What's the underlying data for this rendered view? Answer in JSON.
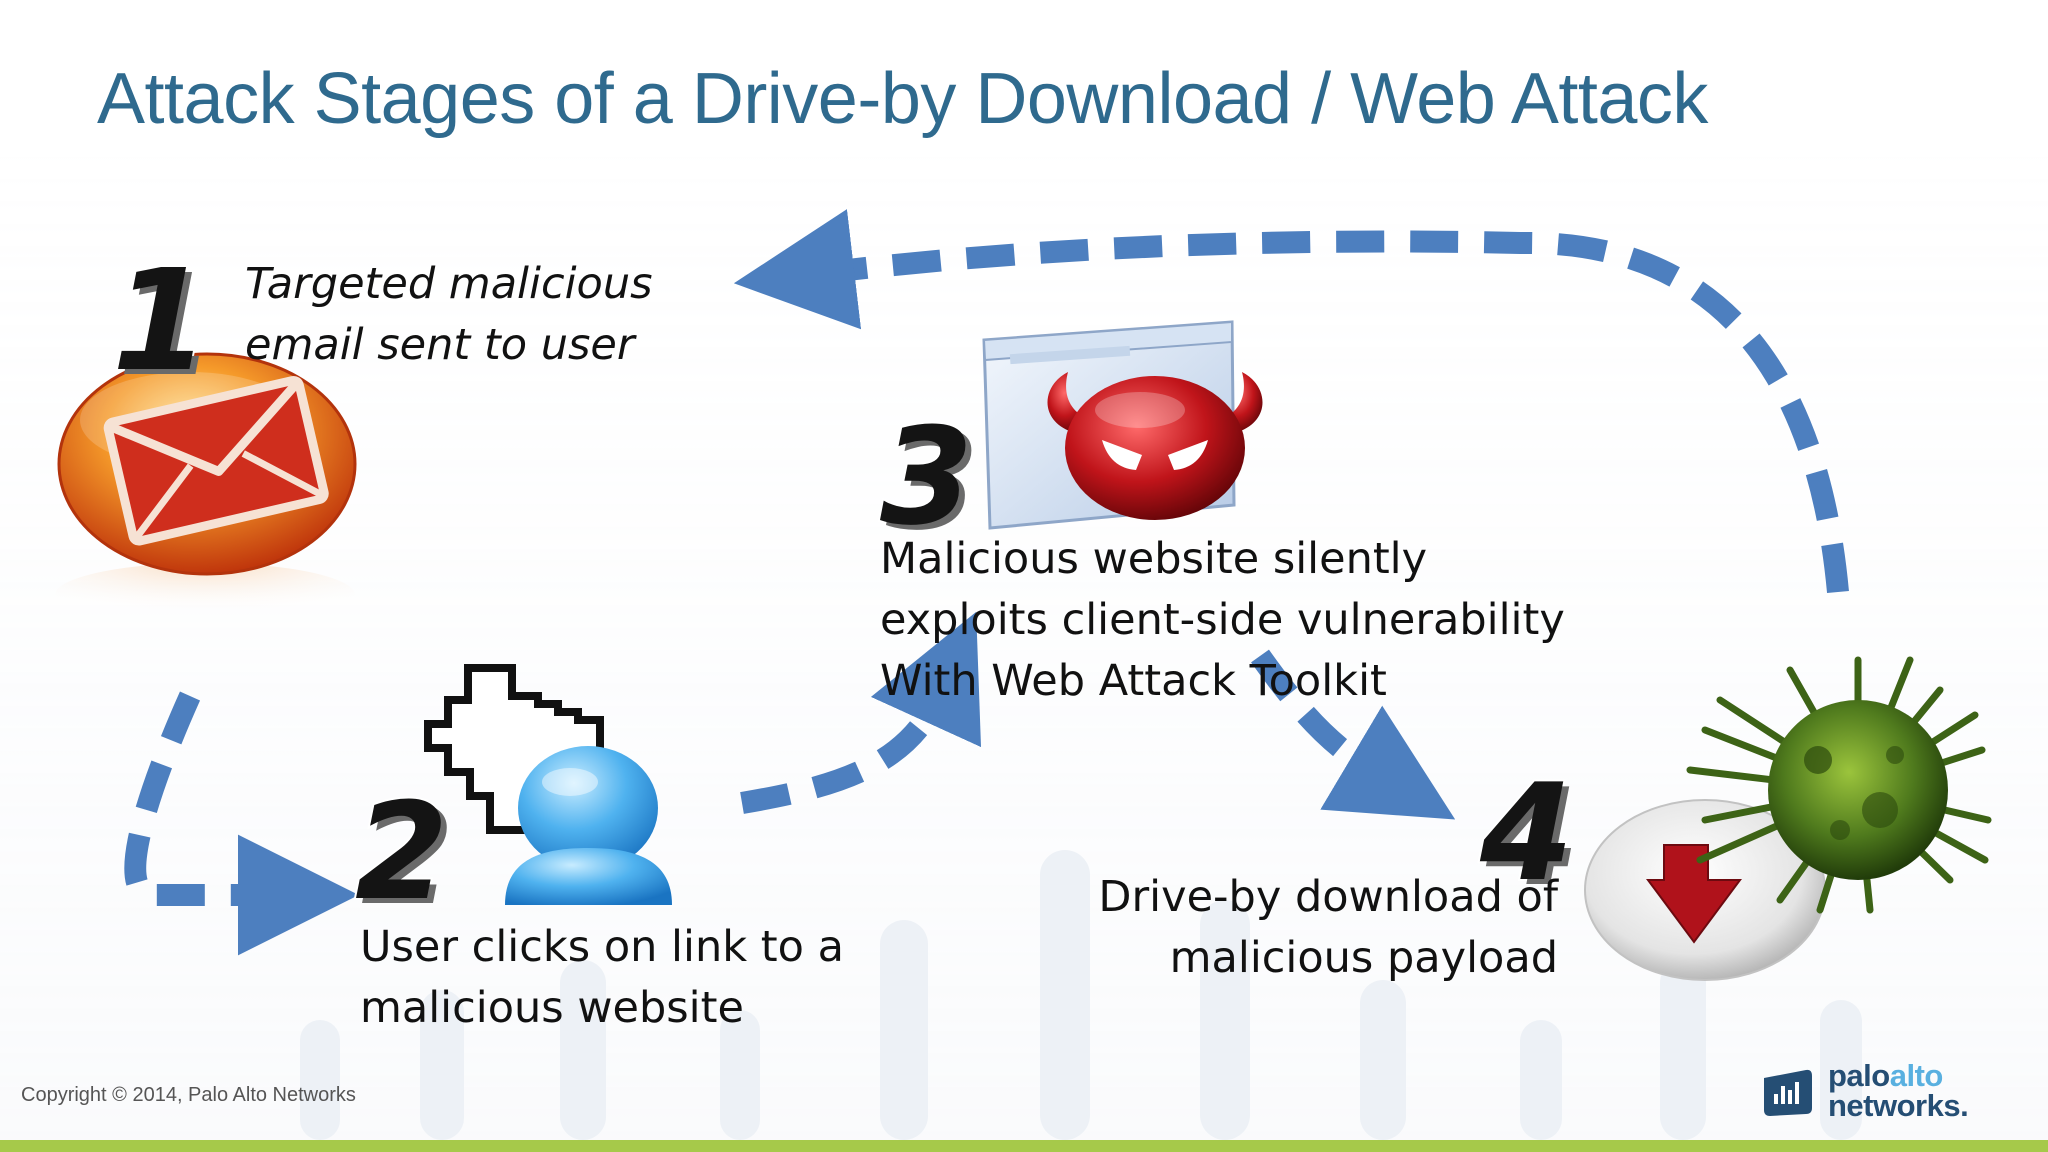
{
  "title": "Attack Stages of a Drive-by Download / Web Attack",
  "steps": [
    {
      "number": "1",
      "text": "Targeted malicious\nemail sent to user",
      "icon": "email-icon"
    },
    {
      "number": "2",
      "text": "User clicks on link to a\nmalicious website",
      "icon": "pointer-user-icon"
    },
    {
      "number": "3",
      "text": "Malicious website silently\nexploits client-side vulnerability\nWith Web Attack Toolkit",
      "icon": "malicious-website-icon"
    },
    {
      "number": "4",
      "text": "Drive-by download of\nmalicious payload",
      "icon": "download-virus-icon"
    }
  ],
  "footer": {
    "copyright": "Copyright © 2014, Palo Alto Networks",
    "logo_word1a": "palo",
    "logo_word1b": "alto",
    "logo_word2": "networks."
  },
  "colors": {
    "title": "#2f6a8e",
    "arrow": "#4d7fbf",
    "footer_bar": "#a6c94a",
    "logo_dark": "#254e74",
    "logo_light": "#59b0e0"
  }
}
